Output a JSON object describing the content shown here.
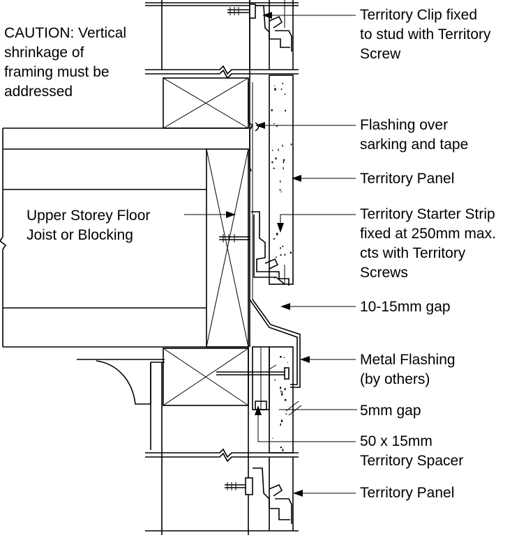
{
  "caution": [
    "CAUTION: Vertical",
    "shrinkage of",
    "framing must be",
    "addressed"
  ],
  "labels": {
    "clip": [
      "Territory Clip fixed",
      "to stud with Territory",
      "Screw"
    ],
    "flashing_sarking": [
      "Flashing over",
      "sarking and tape"
    ],
    "panel_top": [
      "Territory Panel"
    ],
    "joist": [
      "Upper Storey Floor",
      "Joist or Blocking"
    ],
    "starter_strip": [
      "Territory Starter Strip",
      "fixed at 250mm max.",
      "cts with Territory",
      "Screws"
    ],
    "gap_10_15": [
      "10-15mm gap"
    ],
    "metal_flashing": [
      "Metal Flashing",
      "(by others)"
    ],
    "gap_5": [
      "5mm gap"
    ],
    "spacer": [
      "50 x 15mm",
      "Territory Spacer"
    ],
    "panel_bottom": [
      "Territory Panel"
    ]
  },
  "colors": {
    "line": "#000000",
    "background": "#ffffff"
  }
}
